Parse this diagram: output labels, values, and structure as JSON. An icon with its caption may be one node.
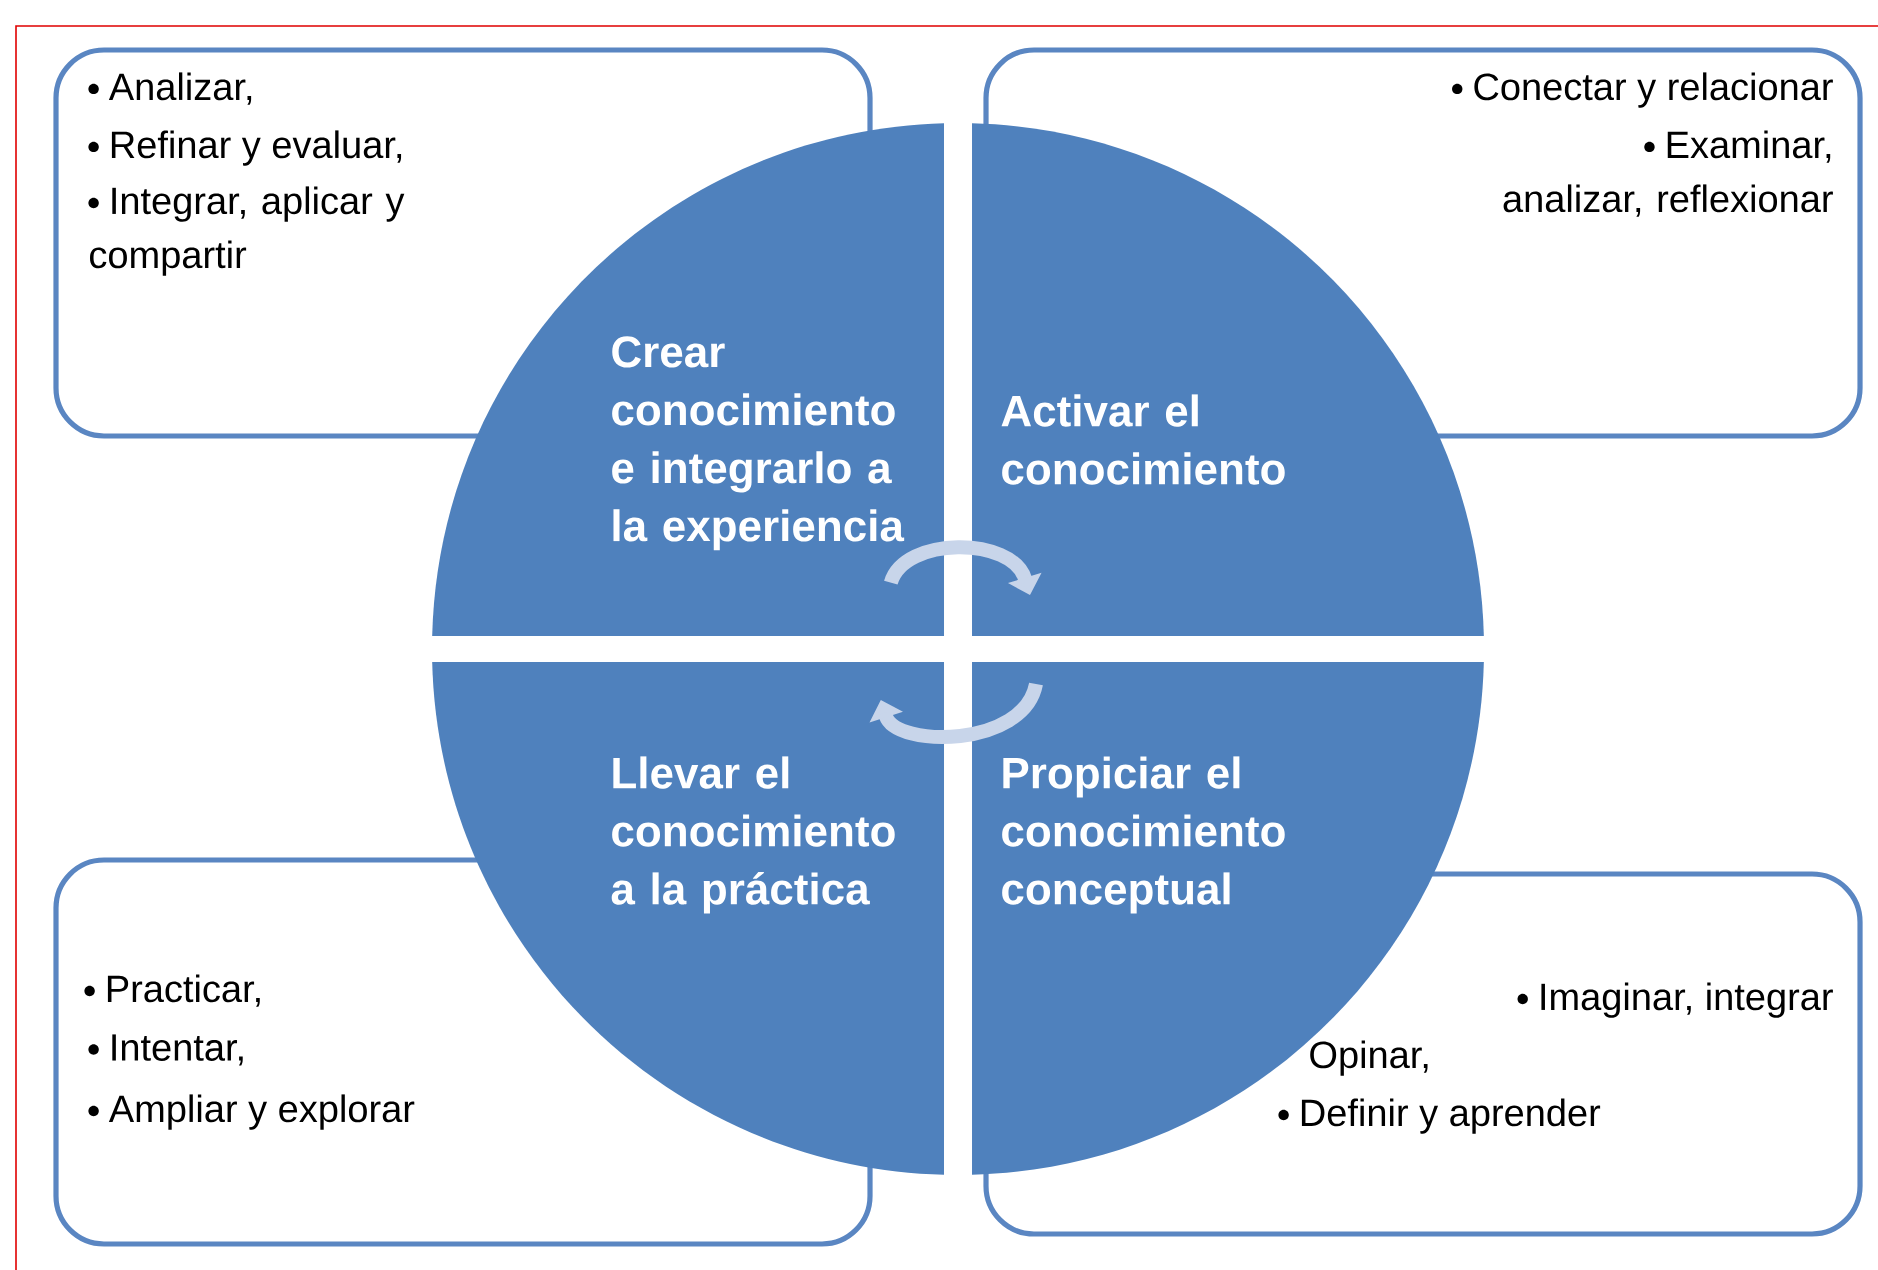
{
  "diagram": {
    "nodes": [
      {
        "text": [
          "Analizar,",
          "Refinar y evaluar,",
          "Integrar, aplicar y compartir"
        ]
      },
      {
        "text": [
          "Conectar y relacionar",
          "Examinar, analizar, reflexionar"
        ]
      },
      {
        "text": [
          "Crear conocimiento e integrarlo a la experiencia"
        ]
      },
      {
        "text": [
          "Activar el conocimiento"
        ]
      },
      {
        "text": [
          "Llevar el conocimiento a la práctica"
        ]
      },
      {
        "text": [
          "Propiciar el conocimiento conceptual"
        ]
      },
      {
        "text": [
          "Practicar,",
          "Intentar,",
          "Ampliar y explorar"
        ]
      },
      {
        "text": [
          "Imaginar, integrar",
          "Opinar,",
          "Definir y aprender"
        ]
      }
    ],
    "edges": [
      {
        "from": 2,
        "to": 3,
        "arrow": "to"
      },
      {
        "from": 5,
        "to": 4,
        "arrow": "to"
      }
    ]
  }
}
